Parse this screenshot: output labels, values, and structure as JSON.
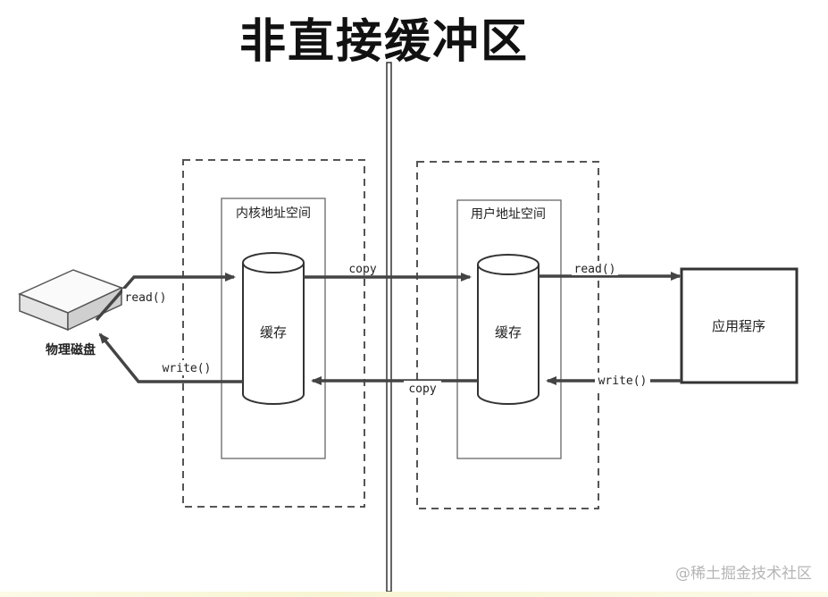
{
  "title": "非直接缓冲区",
  "watermark": "@稀土掘金技术社区",
  "diagram": {
    "kernel_space": {
      "label": "内核地址空间",
      "buffer_label": "缓存"
    },
    "user_space": {
      "label": "用户地址空间",
      "buffer_label": "缓存"
    },
    "disk": {
      "label": "物理磁盘"
    },
    "application": {
      "label": "应用程序"
    },
    "arrows": {
      "disk_read": "read()",
      "disk_write": "write()",
      "copy_to_user": "copy",
      "copy_to_kernel": "copy",
      "app_read": "read()",
      "app_write": "write()"
    }
  },
  "colors": {
    "line": "#444444",
    "dash": "#555555",
    "text": "#222222"
  }
}
